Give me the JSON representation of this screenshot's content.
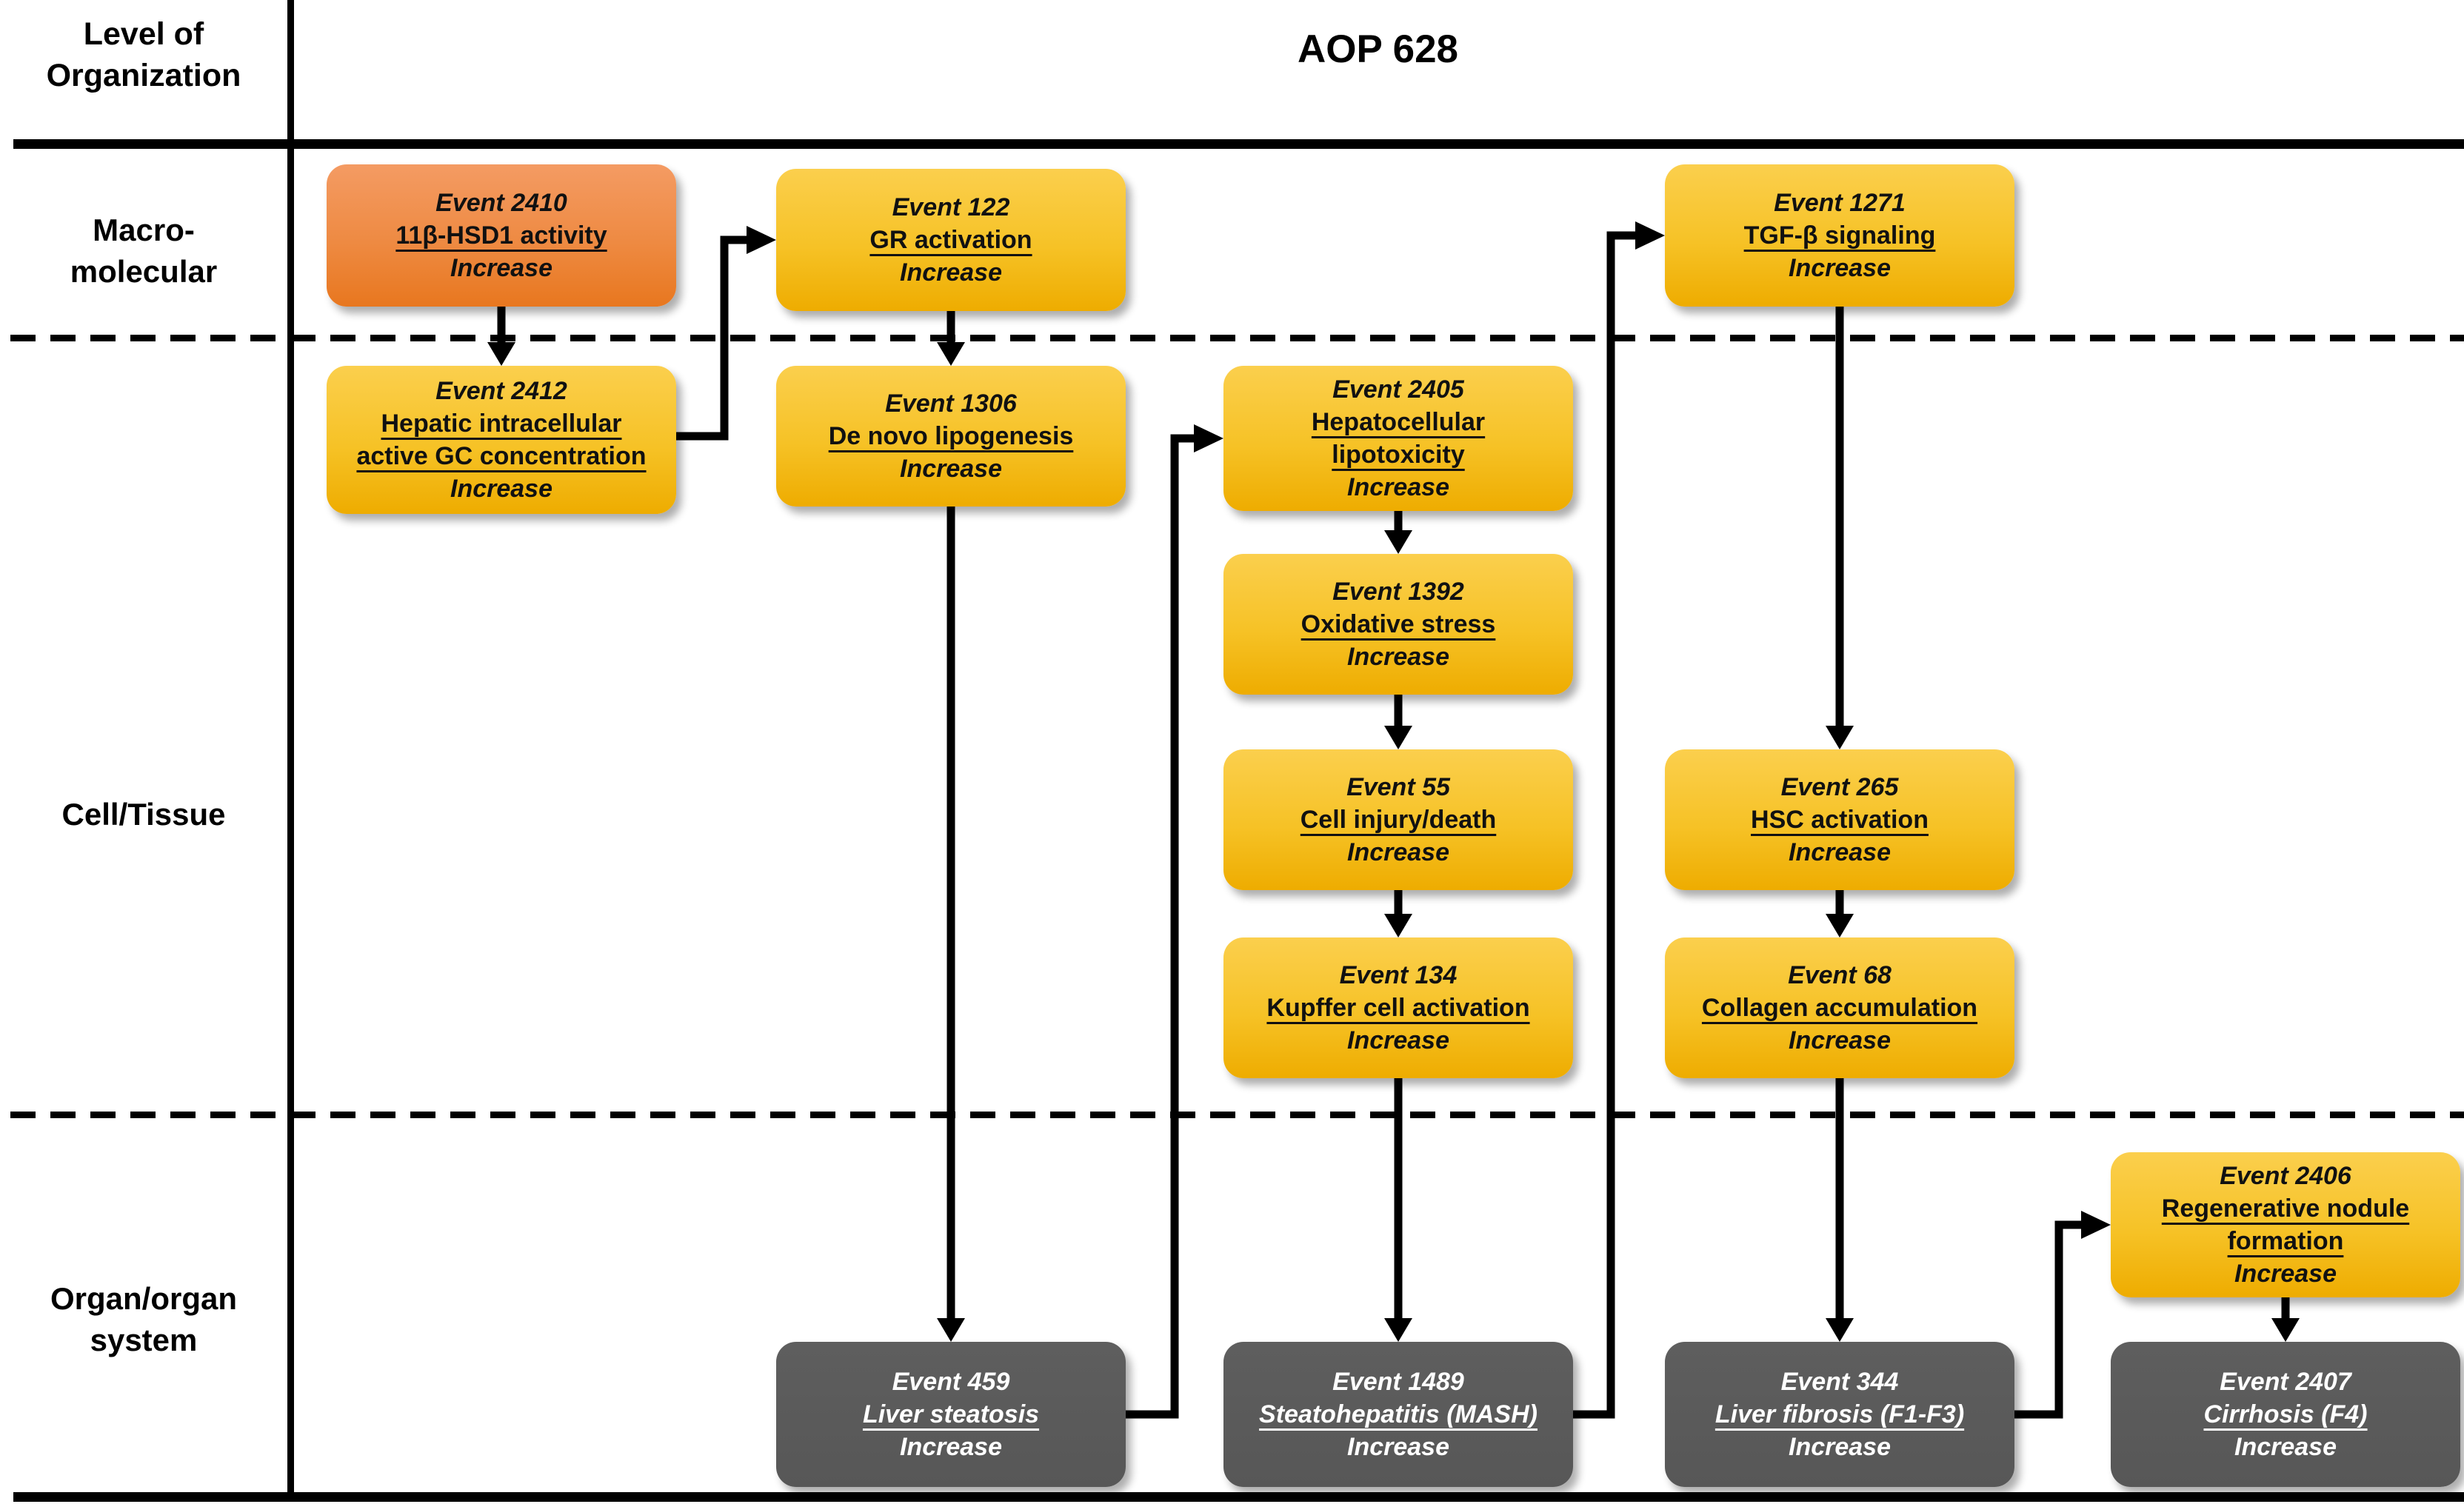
{
  "diagram": {
    "title": "AOP 628",
    "axis_label_lines": [
      "Level of",
      "Organization"
    ],
    "levels": [
      {
        "id": "macromolecular",
        "label_lines": [
          "Macro-",
          "molecular"
        ]
      },
      {
        "id": "cell-tissue",
        "label_lines": [
          "Cell/Tissue"
        ]
      },
      {
        "id": "organ-system",
        "label_lines": [
          "Organ/organ",
          "system"
        ]
      }
    ]
  },
  "nodes": [
    {
      "id": "ev2410",
      "event_label": "Event 2410",
      "name": "11β-HSD1 activity",
      "qualifier": "Increase",
      "variant": "orange",
      "level": "Macro-molecular"
    },
    {
      "id": "ev122",
      "event_label": "Event 122",
      "name": "GR activation",
      "qualifier": "Increase",
      "variant": "yellow",
      "level": "Macro-molecular"
    },
    {
      "id": "ev1271",
      "event_label": "Event 1271",
      "name": "TGF-β signaling",
      "qualifier": "Increase",
      "variant": "yellow",
      "level": "Macro-molecular"
    },
    {
      "id": "ev2412",
      "event_label": "Event 2412",
      "name": "Hepatic intracellular active GC concentration",
      "qualifier": "Increase",
      "variant": "yellow",
      "level": "Cell/Tissue"
    },
    {
      "id": "ev1306",
      "event_label": "Event 1306",
      "name": "De novo lipogenesis",
      "qualifier": "Increase",
      "variant": "yellow",
      "level": "Cell/Tissue"
    },
    {
      "id": "ev2405",
      "event_label": "Event 2405",
      "name": "Hepatocellular lipotoxicity",
      "qualifier": "Increase",
      "variant": "yellow",
      "level": "Cell/Tissue"
    },
    {
      "id": "ev1392",
      "event_label": "Event 1392",
      "name": "Oxidative stress",
      "qualifier": "Increase",
      "variant": "yellow",
      "level": "Cell/Tissue"
    },
    {
      "id": "ev55",
      "event_label": "Event 55",
      "name": "Cell injury/death",
      "qualifier": "Increase",
      "variant": "yellow",
      "level": "Cell/Tissue"
    },
    {
      "id": "ev134",
      "event_label": "Event 134",
      "name": "Kupffer cell activation",
      "qualifier": "Increase",
      "variant": "yellow",
      "level": "Cell/Tissue"
    },
    {
      "id": "ev265",
      "event_label": "Event 265",
      "name": "HSC activation",
      "qualifier": "Increase",
      "variant": "yellow",
      "level": "Cell/Tissue"
    },
    {
      "id": "ev68",
      "event_label": "Event 68",
      "name": "Collagen accumulation",
      "qualifier": "Increase",
      "variant": "yellow",
      "level": "Cell/Tissue"
    },
    {
      "id": "ev2406",
      "event_label": "Event 2406",
      "name": "Regenerative nodule formation",
      "qualifier": "Increase",
      "variant": "yellow",
      "level": "Organ/organ system"
    },
    {
      "id": "ev459",
      "event_label": "Event 459",
      "name": "Liver steatosis",
      "qualifier": "Increase",
      "variant": "dark",
      "level": "Organ/organ system"
    },
    {
      "id": "ev1489",
      "event_label": "Event 1489",
      "name": "Steatohepatitis (MASH)",
      "qualifier": "Increase",
      "variant": "dark",
      "level": "Organ/organ system"
    },
    {
      "id": "ev344",
      "event_label": "Event 344",
      "name": "Liver fibrosis (F1-F3)",
      "qualifier": "Increase",
      "variant": "dark",
      "level": "Organ/organ system"
    },
    {
      "id": "ev2407",
      "event_label": "Event 2407",
      "name": "Cirrhosis (F4)",
      "qualifier": "Increase",
      "variant": "dark",
      "level": "Organ/organ system"
    }
  ],
  "edges": [
    {
      "from": "ev2410",
      "to": "ev2412"
    },
    {
      "from": "ev2412",
      "to": "ev122"
    },
    {
      "from": "ev122",
      "to": "ev1306"
    },
    {
      "from": "ev1306",
      "to": "ev459"
    },
    {
      "from": "ev459",
      "to": "ev2405"
    },
    {
      "from": "ev2405",
      "to": "ev1392"
    },
    {
      "from": "ev1392",
      "to": "ev55"
    },
    {
      "from": "ev55",
      "to": "ev134"
    },
    {
      "from": "ev134",
      "to": "ev1489"
    },
    {
      "from": "ev1489",
      "to": "ev1271"
    },
    {
      "from": "ev1271",
      "to": "ev265"
    },
    {
      "from": "ev265",
      "to": "ev68"
    },
    {
      "from": "ev68",
      "to": "ev344"
    },
    {
      "from": "ev344",
      "to": "ev2406"
    },
    {
      "from": "ev2406",
      "to": "ev2407"
    }
  ],
  "colors": {
    "page_bg": "#FFFFFF",
    "line": "#000000",
    "orange_top": "#F49B63",
    "orange_mid": "#EE8A42",
    "orange_bottom": "#E8771F",
    "yellow_top": "#FBCF4D",
    "yellow_mid": "#F6C226",
    "yellow_bottom": "#EEAC00",
    "dark": "#575757",
    "text_on_dark": "#FFFFFF",
    "text_on_light": "#111111"
  }
}
